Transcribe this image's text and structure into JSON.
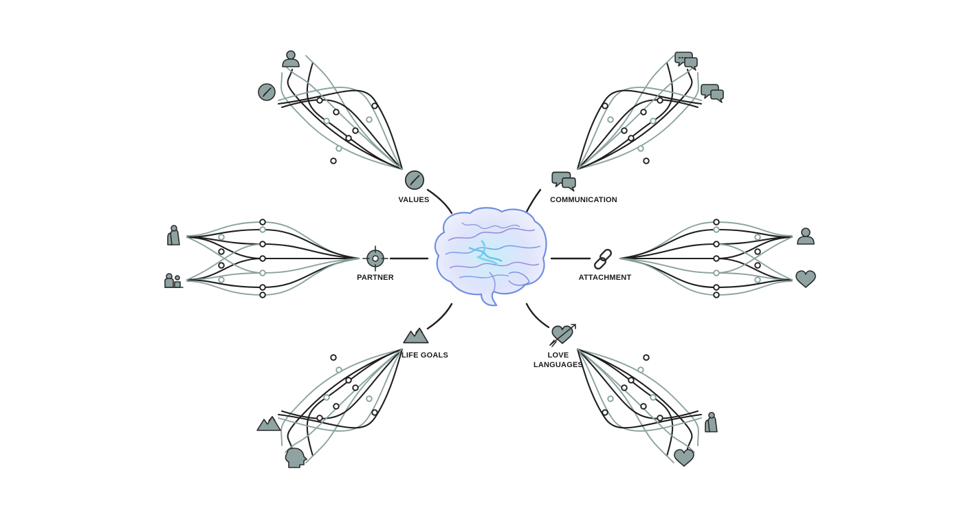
{
  "diagram": {
    "center": {
      "icon": "brain-illustration"
    },
    "branches": [
      {
        "id": "values",
        "label": "VALUES",
        "icon": "compass-icon",
        "end_icons": [
          "person-icon",
          "compass-icon"
        ]
      },
      {
        "id": "communication",
        "label": "COMMUNICATION",
        "icon": "speech-bubbles-icon",
        "end_icons": [
          "chat-bubbles-icon",
          "speech-bubbles-icon"
        ]
      },
      {
        "id": "partner",
        "label": "PARTNER",
        "icon": "target-icon",
        "end_icons": [
          "couple-silhouette-icon",
          "couple-at-table-icon"
        ]
      },
      {
        "id": "attachment",
        "label": "ATTACHMENT",
        "icon": "chain-link-icon",
        "end_icons": [
          "person-icon",
          "heart-icon"
        ]
      },
      {
        "id": "life_goals",
        "label": "LIFE GOALS",
        "icon": "mountains-icon",
        "end_icons": [
          "mountains-icon",
          "head-profile-icon"
        ]
      },
      {
        "id": "love_languages",
        "label_line1": "LOVE",
        "label_line2": "LANGUAGES",
        "icon": "heart-arrow-icon",
        "end_icons": [
          "couple-silhouette-icon",
          "heart-icon"
        ]
      }
    ],
    "colors": {
      "dark_line": "#1f1f1f",
      "light_line": "#8aa2a0",
      "icon_fill": "#8fa3a3",
      "brain_outer": "#6f8fe0",
      "brain_inner": "#9b8cd8",
      "brain_core": "#7fd3ee"
    }
  }
}
